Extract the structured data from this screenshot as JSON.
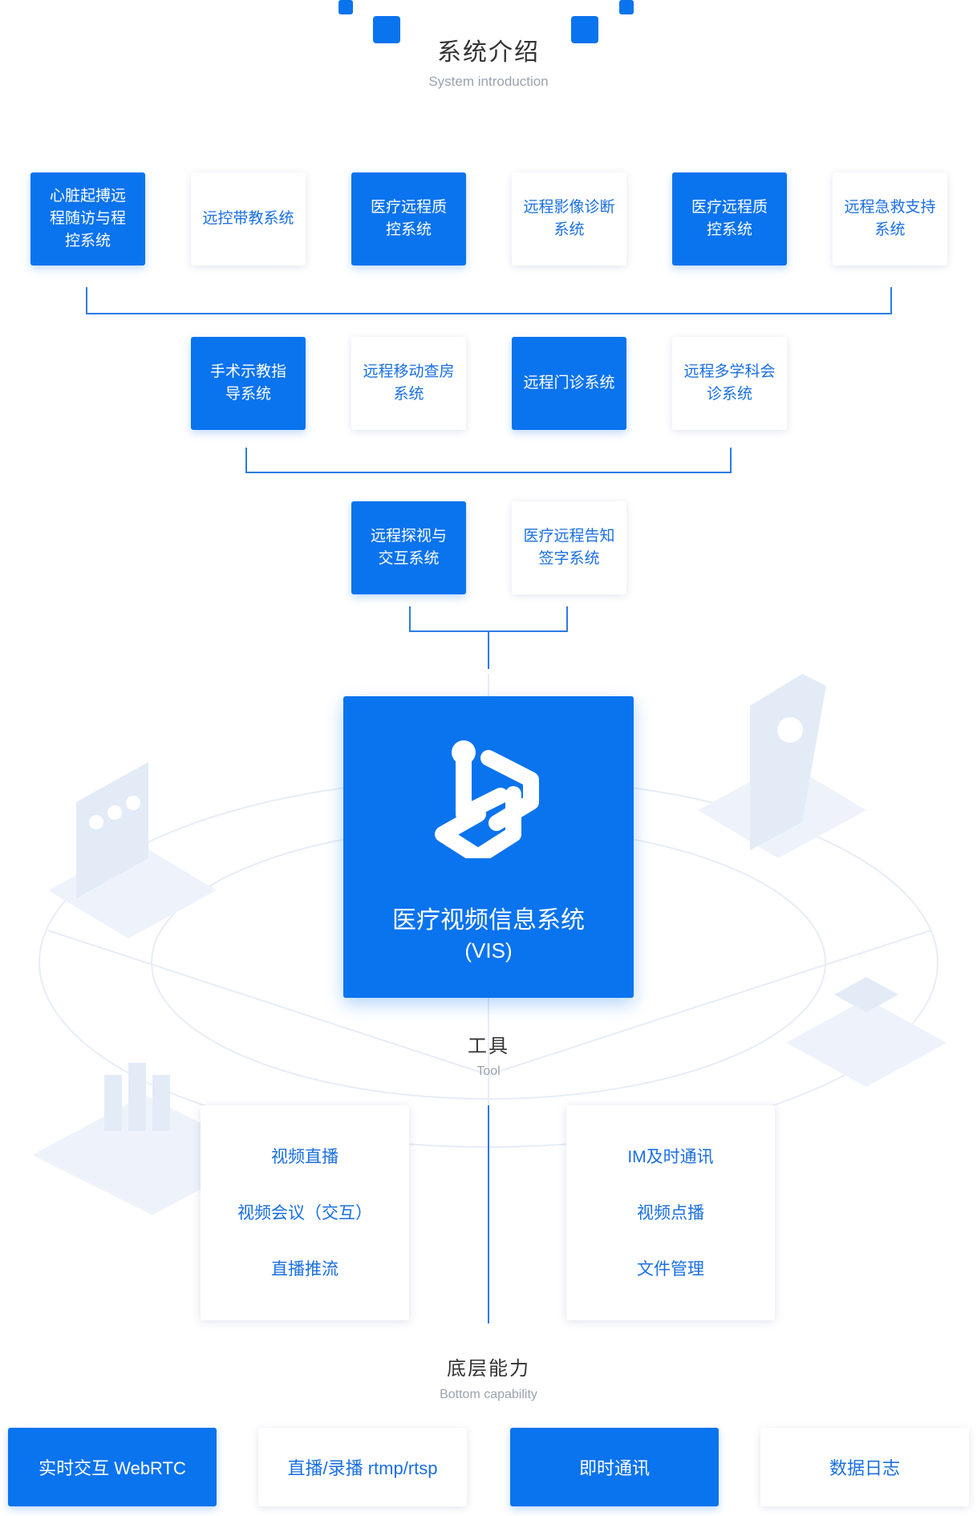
{
  "header": {
    "title": "系统介绍",
    "subtitle": "System introduction"
  },
  "systems": {
    "row1": [
      {
        "label": "心脏起搏远\n程随访与程\n控系统",
        "style": "blue"
      },
      {
        "label": "远控带教系统",
        "style": "white"
      },
      {
        "label": "医疗远程质\n控系统",
        "style": "blue"
      },
      {
        "label": "远程影像诊断\n系统",
        "style": "white"
      },
      {
        "label": "医疗远程质\n控系统",
        "style": "blue"
      },
      {
        "label": "远程急救支持\n系统",
        "style": "white"
      }
    ],
    "row2": [
      {
        "label": "手术示教指\n导系统",
        "style": "blue"
      },
      {
        "label": "远程移动查房\n系统",
        "style": "white"
      },
      {
        "label": "远程门诊系统",
        "style": "blue"
      },
      {
        "label": "远程多学科会\n诊系统",
        "style": "white"
      }
    ],
    "row3": [
      {
        "label": "远程探视与\n交互系统",
        "style": "blue"
      },
      {
        "label": "医疗远程告知\n签字系统",
        "style": "white"
      }
    ]
  },
  "core": {
    "name": "医疗视频信息系统",
    "abbr": "(VIS)",
    "icon": "vis-chain-logo-icon"
  },
  "tool": {
    "title": "工具",
    "subtitle": "Tool",
    "left": [
      "视频直播",
      "视频会议（交互）",
      "直播推流"
    ],
    "right": [
      "IM及时通讯",
      "视频点播",
      "文件管理"
    ]
  },
  "bottom": {
    "title": "底层能力",
    "subtitle": "Bottom capability",
    "items": [
      {
        "label": "实时交互 WebRTC",
        "style": "blue"
      },
      {
        "label": "直播/录播 rtmp/rtsp",
        "style": "white"
      },
      {
        "label": "即时通讯",
        "style": "blue"
      },
      {
        "label": "数据日志",
        "style": "white"
      }
    ]
  },
  "colors": {
    "accent": "#0a73ee",
    "text_blue": "#1a6fe0",
    "line": "#2c7be5"
  }
}
